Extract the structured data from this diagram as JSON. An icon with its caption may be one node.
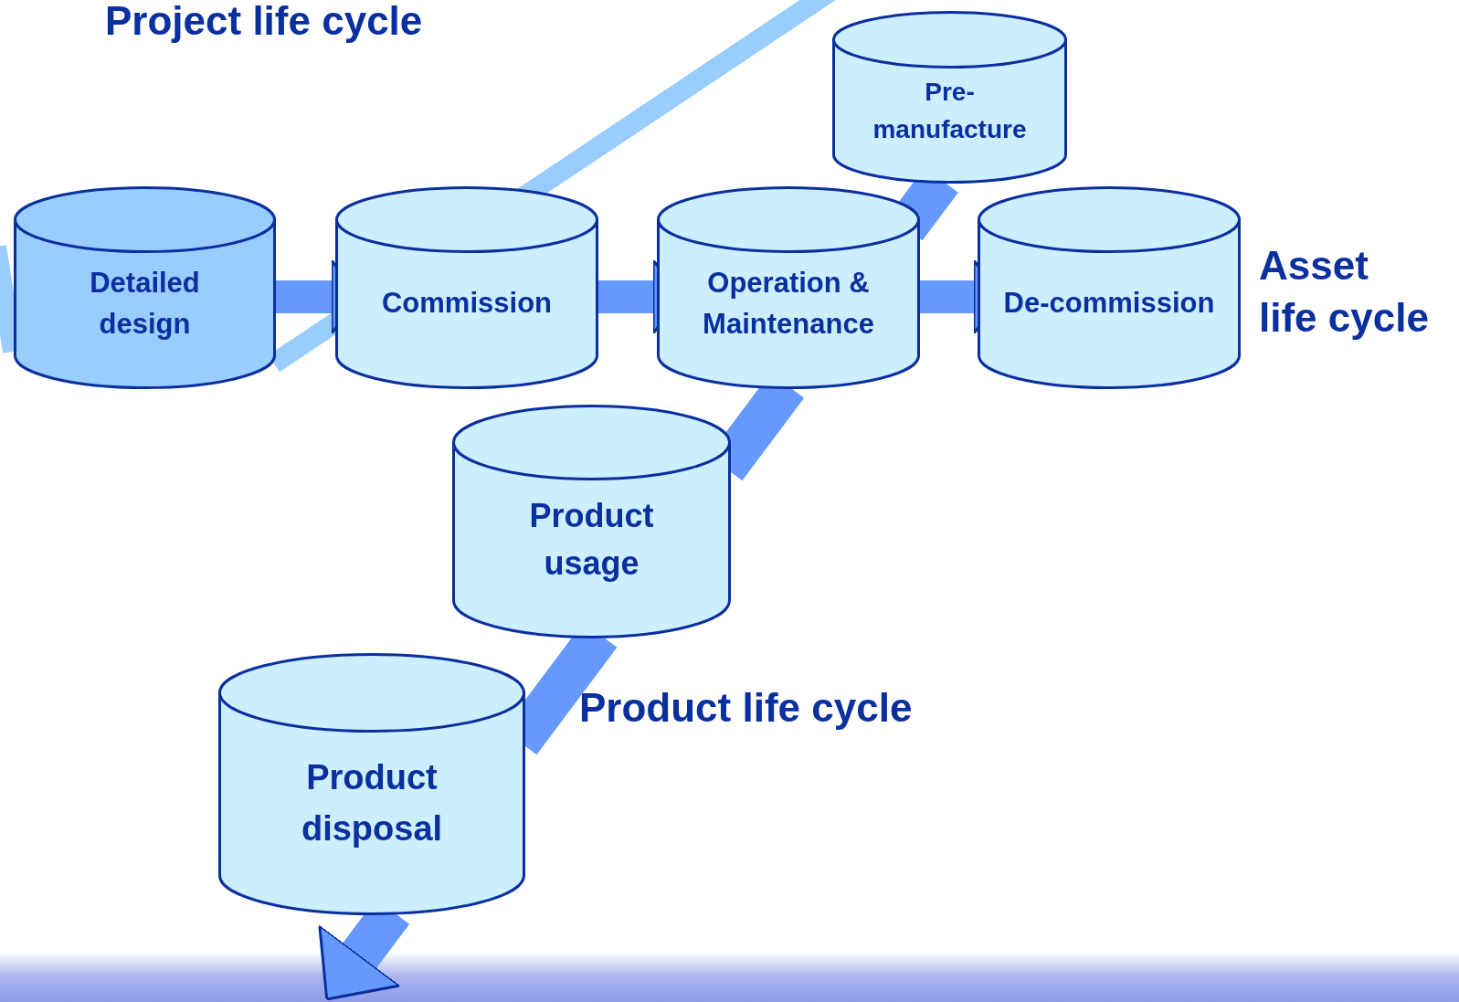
{
  "diagram": {
    "nodes": [
      {
        "text": [
          "Detailed design"
        ]
      },
      {
        "text": [
          "Commission"
        ]
      },
      {
        "text": [
          "Operation & Maintenance"
        ]
      },
      {
        "text": [
          "Pre-manufacture"
        ]
      },
      {
        "text": [
          "De-commission"
        ]
      },
      {
        "text": [
          "Product usage"
        ]
      },
      {
        "text": [
          "Product disposal"
        ]
      },
      {
        "text": [],
        "shape": "bar"
      }
    ],
    "edges": [
      {
        "from": 0,
        "to": 1,
        "arrow": "to"
      },
      {
        "from": 1,
        "to": 2,
        "arrow": "to"
      },
      {
        "from": 2,
        "to": 4,
        "arrow": "to"
      },
      {
        "from": 3,
        "to": 2,
        "arrow": "none"
      },
      {
        "from": 2,
        "to": 5,
        "arrow": "none"
      },
      {
        "from": 5,
        "to": 6,
        "arrow": "none"
      },
      {
        "from": 6,
        "to": 7,
        "arrow": "to"
      }
    ],
    "labels": [
      "Project life cycle",
      "Asset life cycle",
      "Product life cycle"
    ]
  }
}
